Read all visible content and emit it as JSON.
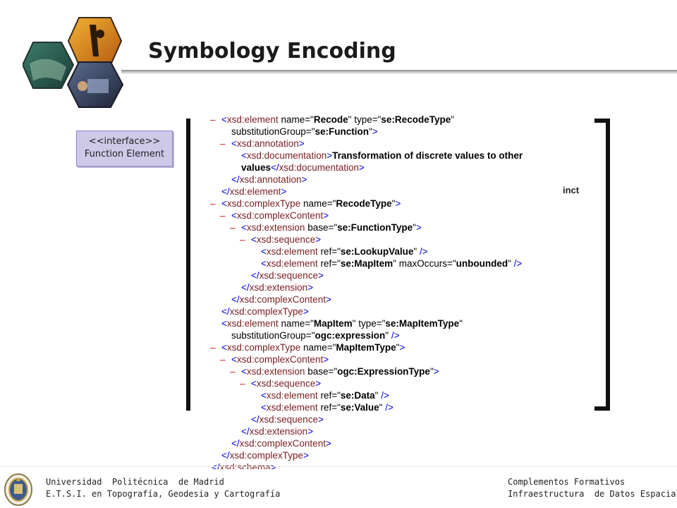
{
  "slide": {
    "title": "Symbology Encoding"
  },
  "interface_box": {
    "line1": "<<interface>>",
    "line2": "Function Element"
  },
  "background_fragment": "inct",
  "xml_lines": [
    {
      "indent": 0,
      "dash": true,
      "parts": [
        [
          "b",
          "<"
        ],
        [
          "t",
          "xsd:element"
        ],
        [
          "a",
          " name=\""
        ],
        [
          "v",
          "Recode"
        ],
        [
          "a",
          "\" type=\""
        ],
        [
          "v",
          "se:RecodeType"
        ],
        [
          "a",
          "\""
        ]
      ]
    },
    {
      "indent": 1,
      "dash": false,
      "parts": [
        [
          "a",
          "substitutionGroup=\""
        ],
        [
          "v",
          "se:Function"
        ],
        [
          "a",
          "\""
        ],
        [
          "b",
          ">"
        ]
      ]
    },
    {
      "indent": 1,
      "dash": true,
      "parts": [
        [
          "b",
          "<"
        ],
        [
          "t",
          "xsd:annotation"
        ],
        [
          "b",
          ">"
        ]
      ]
    },
    {
      "indent": 2,
      "dash": false,
      "parts": [
        [
          "b",
          "<"
        ],
        [
          "t",
          "xsd:documentation"
        ],
        [
          "b",
          ">"
        ],
        [
          "d",
          "Transformation of discrete values to other"
        ]
      ]
    },
    {
      "indent": 2,
      "dash": false,
      "parts": [
        [
          "d",
          "values"
        ],
        [
          "b",
          "</"
        ],
        [
          "t",
          "xsd:documentation"
        ],
        [
          "b",
          ">"
        ]
      ]
    },
    {
      "indent": 1,
      "dash": false,
      "parts": [
        [
          "b",
          "</"
        ],
        [
          "t",
          "xsd:annotation"
        ],
        [
          "b",
          ">"
        ]
      ]
    },
    {
      "indent": 0,
      "dash": false,
      "parts": [
        [
          "b",
          "</"
        ],
        [
          "t",
          "xsd:element"
        ],
        [
          "b",
          ">"
        ]
      ]
    },
    {
      "indent": 0,
      "dash": true,
      "parts": [
        [
          "b",
          "<"
        ],
        [
          "t",
          "xsd:complexType"
        ],
        [
          "a",
          " name=\""
        ],
        [
          "v",
          "RecodeType"
        ],
        [
          "a",
          "\""
        ],
        [
          "b",
          ">"
        ]
      ]
    },
    {
      "indent": 1,
      "dash": true,
      "parts": [
        [
          "b",
          "<"
        ],
        [
          "t",
          "xsd:complexContent"
        ],
        [
          "b",
          ">"
        ]
      ]
    },
    {
      "indent": 2,
      "dash": true,
      "parts": [
        [
          "b",
          "<"
        ],
        [
          "t",
          "xsd:extension"
        ],
        [
          "a",
          " base=\""
        ],
        [
          "v",
          "se:FunctionType"
        ],
        [
          "a",
          "\""
        ],
        [
          "b",
          ">"
        ]
      ]
    },
    {
      "indent": 3,
      "dash": true,
      "parts": [
        [
          "b",
          "<"
        ],
        [
          "t",
          "xsd:sequence"
        ],
        [
          "b",
          ">"
        ]
      ]
    },
    {
      "indent": 4,
      "dash": false,
      "parts": [
        [
          "b",
          "<"
        ],
        [
          "t",
          "xsd:element"
        ],
        [
          "a",
          " ref=\""
        ],
        [
          "v",
          "se:LookupValue"
        ],
        [
          "a",
          "\""
        ],
        [
          "b",
          " />"
        ]
      ]
    },
    {
      "indent": 4,
      "dash": false,
      "parts": [
        [
          "b",
          "<"
        ],
        [
          "t",
          "xsd:element"
        ],
        [
          "a",
          " ref=\""
        ],
        [
          "v",
          "se:MapItem"
        ],
        [
          "a",
          "\" maxOccurs=\""
        ],
        [
          "v",
          "unbounded"
        ],
        [
          "a",
          "\""
        ],
        [
          "b",
          " />"
        ]
      ]
    },
    {
      "indent": 3,
      "dash": false,
      "parts": [
        [
          "b",
          "</"
        ],
        [
          "t",
          "xsd:sequence"
        ],
        [
          "b",
          ">"
        ]
      ]
    },
    {
      "indent": 2,
      "dash": false,
      "parts": [
        [
          "b",
          "</"
        ],
        [
          "t",
          "xsd:extension"
        ],
        [
          "b",
          ">"
        ]
      ]
    },
    {
      "indent": 1,
      "dash": false,
      "parts": [
        [
          "b",
          "</"
        ],
        [
          "t",
          "xsd:complexContent"
        ],
        [
          "b",
          ">"
        ]
      ]
    },
    {
      "indent": 0,
      "dash": false,
      "parts": [
        [
          "b",
          "</"
        ],
        [
          "t",
          "xsd:complexType"
        ],
        [
          "b",
          ">"
        ]
      ]
    },
    {
      "indent": 0,
      "dash": false,
      "parts": [
        [
          "b",
          "<"
        ],
        [
          "t",
          "xsd:element"
        ],
        [
          "a",
          " name=\""
        ],
        [
          "v",
          "MapItem"
        ],
        [
          "a",
          "\" type=\""
        ],
        [
          "v",
          "se:MapItemType"
        ],
        [
          "a",
          "\""
        ]
      ]
    },
    {
      "indent": 1,
      "dash": false,
      "parts": [
        [
          "a",
          "substitutionGroup=\""
        ],
        [
          "v",
          "ogc:expression"
        ],
        [
          "a",
          "\""
        ],
        [
          "b",
          " />"
        ]
      ]
    },
    {
      "indent": 0,
      "dash": true,
      "parts": [
        [
          "b",
          "<"
        ],
        [
          "t",
          "xsd:complexType"
        ],
        [
          "a",
          " name=\""
        ],
        [
          "v",
          "MapItemType"
        ],
        [
          "a",
          "\""
        ],
        [
          "b",
          ">"
        ]
      ]
    },
    {
      "indent": 1,
      "dash": true,
      "parts": [
        [
          "b",
          "<"
        ],
        [
          "t",
          "xsd:complexContent"
        ],
        [
          "b",
          ">"
        ]
      ]
    },
    {
      "indent": 2,
      "dash": true,
      "parts": [
        [
          "b",
          "<"
        ],
        [
          "t",
          "xsd:extension"
        ],
        [
          "a",
          " base=\""
        ],
        [
          "v",
          "ogc:ExpressionType"
        ],
        [
          "a",
          "\""
        ],
        [
          "b",
          ">"
        ]
      ]
    },
    {
      "indent": 3,
      "dash": true,
      "parts": [
        [
          "b",
          "<"
        ],
        [
          "t",
          "xsd:sequence"
        ],
        [
          "b",
          ">"
        ]
      ]
    },
    {
      "indent": 4,
      "dash": false,
      "parts": [
        [
          "b",
          "<"
        ],
        [
          "t",
          "xsd:element"
        ],
        [
          "a",
          " ref=\""
        ],
        [
          "v",
          "se:Data"
        ],
        [
          "a",
          "\""
        ],
        [
          "b",
          " />"
        ]
      ]
    },
    {
      "indent": 4,
      "dash": false,
      "parts": [
        [
          "b",
          "<"
        ],
        [
          "t",
          "xsd:element"
        ],
        [
          "a",
          " ref=\""
        ],
        [
          "v",
          "se:Value"
        ],
        [
          "a",
          "\""
        ],
        [
          "b",
          " />"
        ]
      ]
    },
    {
      "indent": 3,
      "dash": false,
      "parts": [
        [
          "b",
          "</"
        ],
        [
          "t",
          "xsd:sequence"
        ],
        [
          "b",
          ">"
        ]
      ]
    },
    {
      "indent": 2,
      "dash": false,
      "parts": [
        [
          "b",
          "</"
        ],
        [
          "t",
          "xsd:extension"
        ],
        [
          "b",
          ">"
        ]
      ]
    },
    {
      "indent": 1,
      "dash": false,
      "parts": [
        [
          "b",
          "</"
        ],
        [
          "t",
          "xsd:complexContent"
        ],
        [
          "b",
          ">"
        ]
      ]
    },
    {
      "indent": 0,
      "dash": false,
      "parts": [
        [
          "b",
          "</"
        ],
        [
          "t",
          "xsd:complexType"
        ],
        [
          "b",
          ">"
        ]
      ]
    },
    {
      "indent": -1,
      "dash": false,
      "parts": [
        [
          "b",
          "</"
        ],
        [
          "t",
          "xsd:schema"
        ],
        [
          "b",
          ">"
        ]
      ]
    }
  ],
  "footer": {
    "left_line1": "Universidad  Politécnica  de Madrid",
    "left_line2": "E.T.S.I. en Topografía, Geodesia y Cartografía",
    "right_line1": "Complementos Formativos",
    "right_line2": "Infraestructura  de Datos Espaciales"
  },
  "colors": {
    "tag": "#7b1e1e",
    "bracket": "#0000e0",
    "dash": "#cc2222",
    "interface_fill": "#cfc9e8"
  }
}
